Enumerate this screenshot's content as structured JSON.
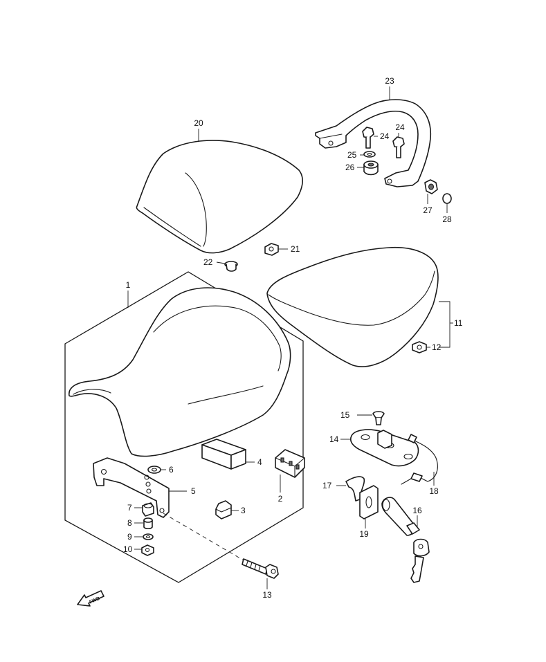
{
  "diagram": {
    "labels": {
      "p1": "1",
      "p2": "2",
      "p3": "3",
      "p4": "4",
      "p5": "5",
      "p6": "6",
      "p7": "7",
      "p8": "8",
      "p9": "9",
      "p10": "10",
      "p11": "11",
      "p12": "12",
      "p13": "13",
      "p14": "14",
      "p15": "15",
      "p16": "16",
      "p17": "17",
      "p18": "18",
      "p19": "19",
      "p20": "20",
      "p21": "21",
      "p22": "22",
      "p23": "23",
      "p24a": "24",
      "p24b": "24",
      "p25": "25",
      "p26": "26",
      "p27": "27",
      "p28": "28"
    },
    "fwd_arrow": "FWD"
  }
}
